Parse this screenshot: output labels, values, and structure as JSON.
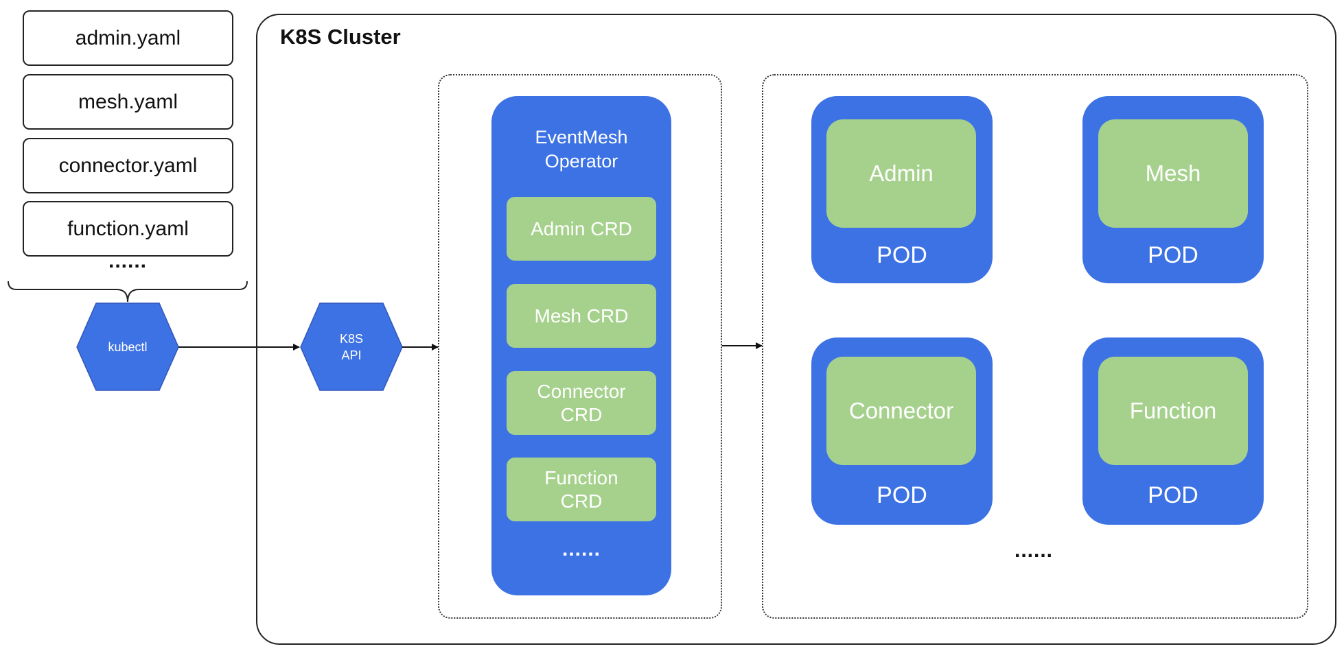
{
  "yaml_files": [
    "admin.yaml",
    "mesh.yaml",
    "connector.yaml",
    "function.yaml"
  ],
  "yaml_more": "......",
  "kubectl": "kubectl",
  "k8s_api": {
    "line1": "K8S",
    "line2": "API"
  },
  "cluster_title": "K8S Cluster",
  "operator": {
    "title_line1": "EventMesh",
    "title_line2": "Operator",
    "crds": [
      "Admin CRD",
      "Mesh CRD",
      "Connector\nCRD",
      "Function\nCRD"
    ],
    "more": "......"
  },
  "pods": [
    {
      "name": "Admin",
      "label": "POD"
    },
    {
      "name": "Mesh",
      "label": "POD"
    },
    {
      "name": "Connector",
      "label": "POD"
    },
    {
      "name": "Function",
      "label": "POD"
    }
  ],
  "pods_more": "......",
  "colors": {
    "blue": "#3d72e4",
    "green": "#a6d18d"
  }
}
